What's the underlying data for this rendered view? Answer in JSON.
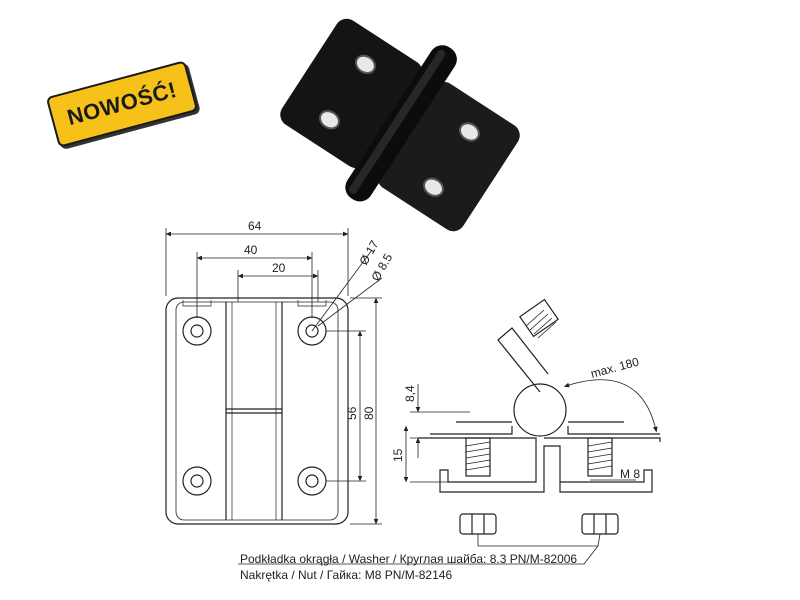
{
  "badge": {
    "label": "NOWOŚĆ!",
    "color": "#f6c21a"
  },
  "dimensions": {
    "overall_width": "64",
    "hole_spacing": "40",
    "half_spacing": "20",
    "diameter_outer": "Ø 17",
    "diameter_inner": "Ø 8.5",
    "hole_vertical": "56",
    "overall_height": "80",
    "height_a": "8,4",
    "height_b": "15",
    "thread": "M 8",
    "rotation": "max. 180"
  },
  "notes": {
    "washer": "Podkładka okrągła / Washer / Круглая шайба:  8.3 PN/M-82006",
    "nut": "Nakrętka / Nut / Гайка:  M8 PN/M-82146"
  },
  "icons": {
    "photo": "hinge-product-photo",
    "front": "hinge-front-view",
    "side": "hinge-side-section"
  }
}
